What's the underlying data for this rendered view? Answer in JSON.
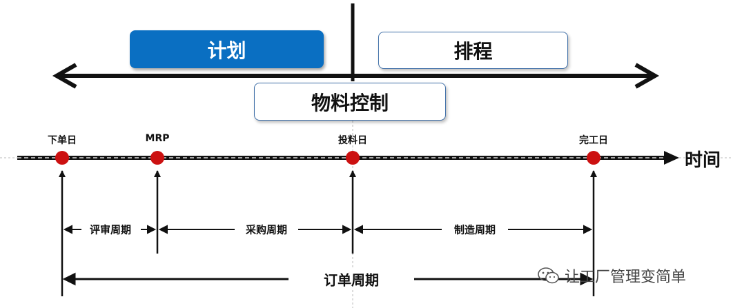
{
  "top": {
    "plan_label": "计划",
    "schedule_label": "排程",
    "material_label": "物料控制"
  },
  "timeline": {
    "axis_label": "时间",
    "milestones": [
      "下单日",
      "MRP",
      "投料日",
      "完工日"
    ]
  },
  "cycles": {
    "review": "评审周期",
    "purchase": "采购周期",
    "manufacture": "制造周期",
    "order": "订单周期"
  },
  "watermark": {
    "text": "让工厂管理变简单",
    "icon": "wechat-icon"
  },
  "colors": {
    "plan_fill": "#0a6fc2",
    "box_border": "#3f6fa8",
    "milestone_dot": "#cc1111",
    "line": "#111111"
  }
}
